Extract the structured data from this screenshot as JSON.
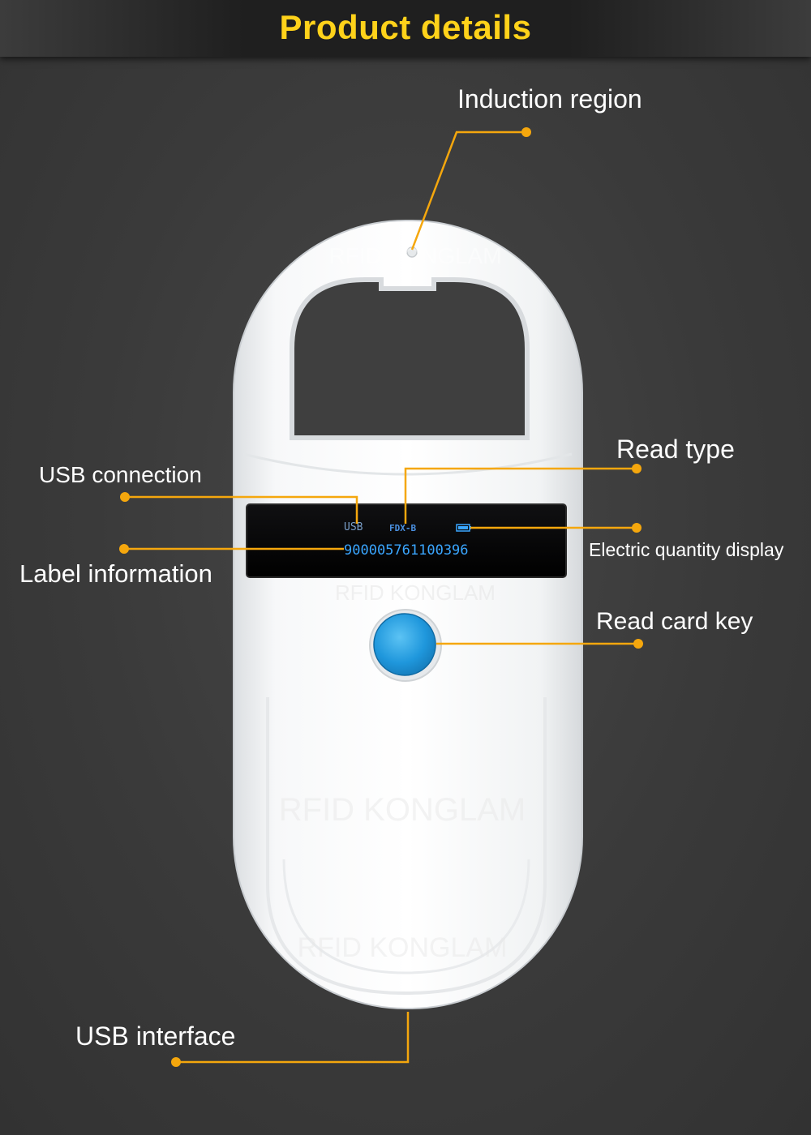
{
  "header": {
    "title": "Product details"
  },
  "callouts": {
    "induction_region": "Induction region",
    "read_type": "Read type",
    "usb_connection": "USB connection",
    "label_information": "Label information",
    "electric_quantity_display": "Electric quantity display",
    "read_card_key": "Read card key",
    "usb_interface": "USB interface"
  },
  "device": {
    "screen": {
      "usb_indicator": "USB",
      "read_type_value": "FDX-B",
      "tag_number": "900005761100396"
    },
    "watermark": "RFID KONGLAM",
    "button_color": "#2a9ee0",
    "body_color": "#f4f5f6"
  },
  "colors": {
    "accent": "#f5a70d",
    "header_text": "#ffd21a",
    "screen_text": "#3aa6ff"
  }
}
